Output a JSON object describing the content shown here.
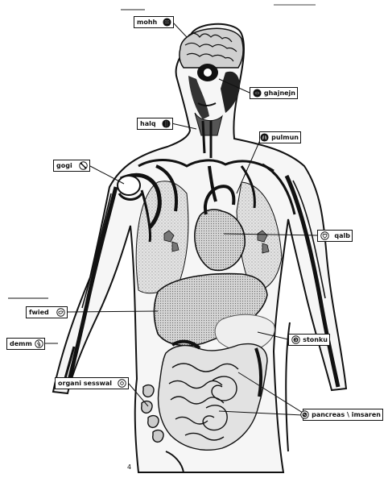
{
  "labels": {
    "mohh": "mohh",
    "ghajnejn": "ghajnejn",
    "halq": "halq",
    "pulmun": "pulmun",
    "gogi": "gogi",
    "qalb": "qalb",
    "fwied": "fwied",
    "demm": "demm",
    "stonku": "stonku",
    "organi_sesswal": "organi sesswal",
    "pancreas": "pancreas \\ imsaren"
  },
  "icons": {
    "mohh": "brain-icon",
    "ghajnejn": "eye-icon",
    "halq": "throat-icon",
    "pulmun": "lung-icon",
    "gogi": "bone-icon",
    "qalb": "heart-icon",
    "fwied": "liver-icon",
    "demm": "blood-icon",
    "stonku": "stomach-icon",
    "organi_sesswal": "reproductive-organ-icon",
    "pancreas": "pancreas-icon"
  }
}
